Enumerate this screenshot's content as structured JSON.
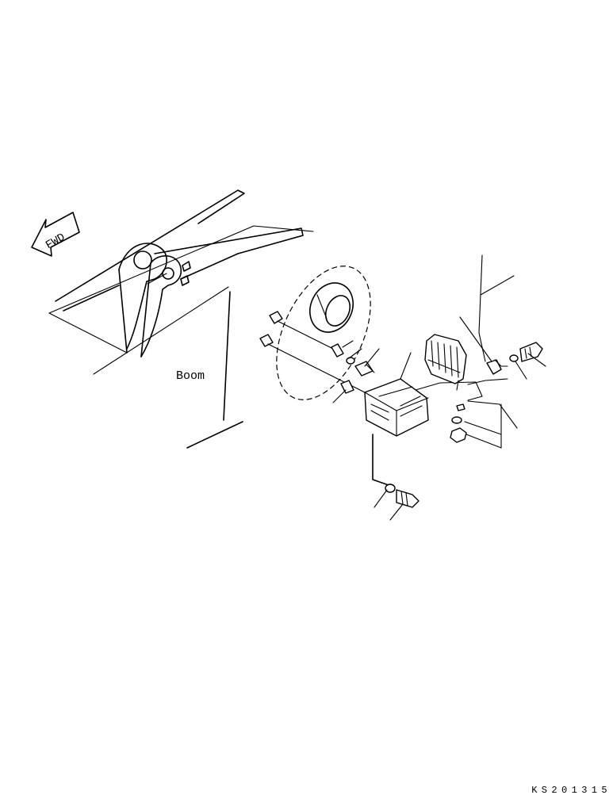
{
  "diagram": {
    "labels": {
      "fwd": "FWD",
      "boom": "Boom"
    },
    "drawing_code": "KS201315"
  }
}
